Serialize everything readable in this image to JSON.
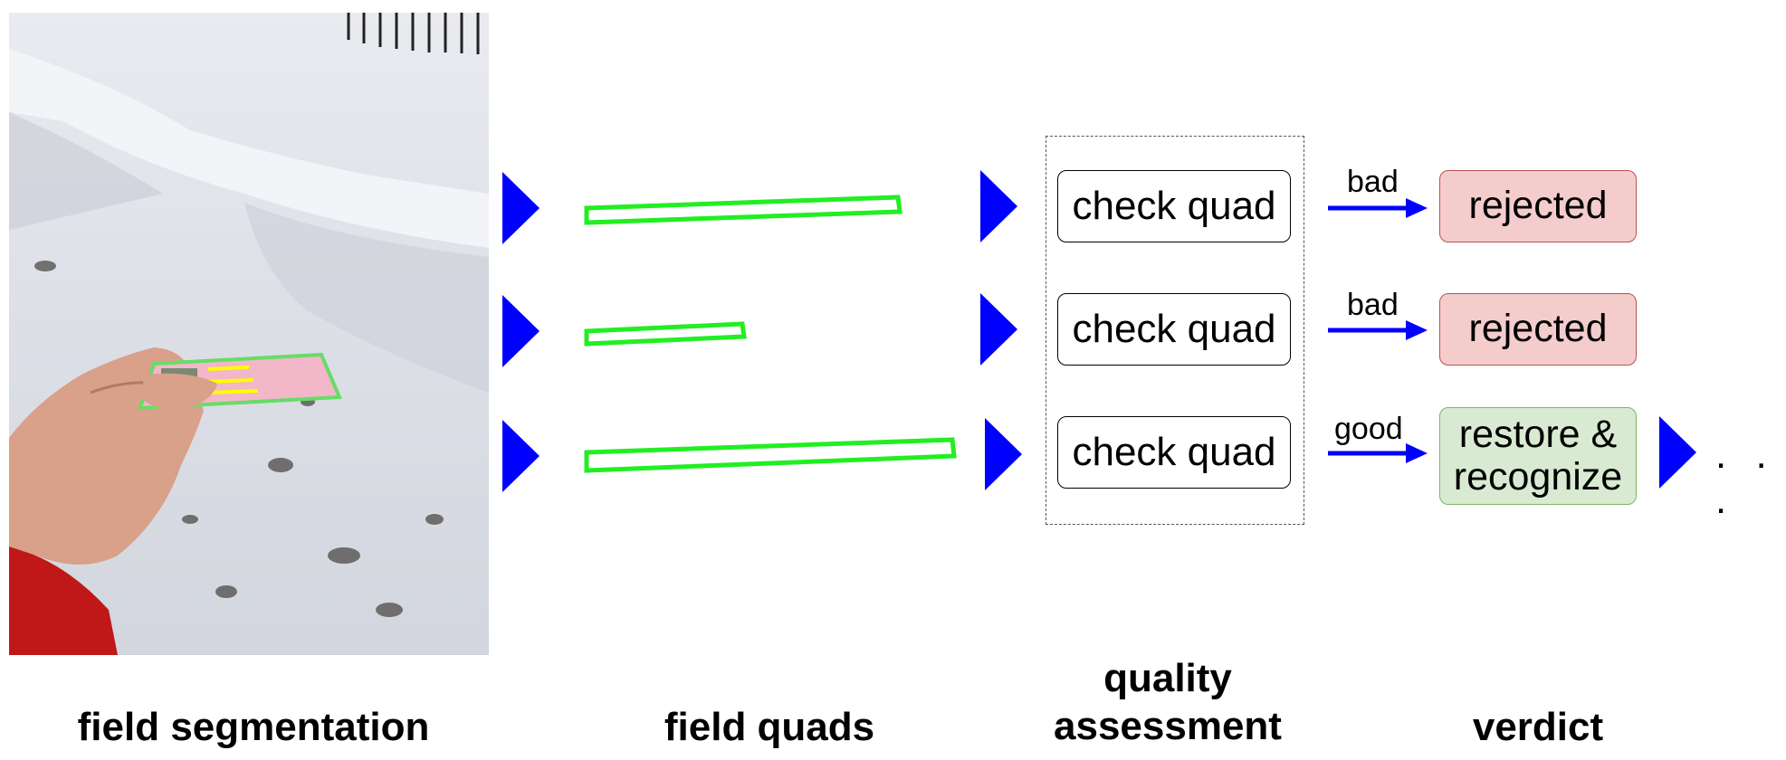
{
  "branches": [
    {
      "check_label": "check quad",
      "edge_label": "bad",
      "verdict_label": "rejected"
    },
    {
      "check_label": "check quad",
      "edge_label": "bad",
      "verdict_label": "rejected"
    },
    {
      "check_label": "check quad",
      "edge_label": "good",
      "verdict_label": "restore &\nrecognize"
    }
  ],
  "continuation": ". . .",
  "captions": {
    "segmentation": "field segmentation",
    "quads": "field quads",
    "quality": "quality\nassessment",
    "verdict": "verdict"
  },
  "colors": {
    "arrow": "#0000ff",
    "quad_outline": "#22ee22",
    "rejected_fill": "#f4cccc",
    "good_fill": "#d9ead3"
  }
}
